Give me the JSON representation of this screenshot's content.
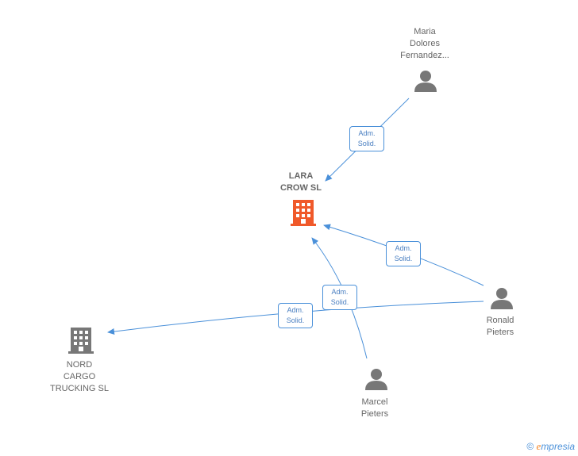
{
  "nodes": {
    "lara_crow": {
      "label_line1": "LARA",
      "label_line2": "CROW SL",
      "color": "#f0592a"
    },
    "maria": {
      "label_line1": "Maria",
      "label_line2": "Dolores",
      "label_line3": "Fernandez..."
    },
    "ronald": {
      "label_line1": "Ronald",
      "label_line2": "Pieters"
    },
    "marcel": {
      "label_line1": "Marcel",
      "label_line2": "Pieters"
    },
    "nord_cargo": {
      "label_line1": "NORD",
      "label_line2": "CARGO",
      "label_line3": "TRUCKING SL",
      "color": "#777777"
    }
  },
  "relations": {
    "maria_lara": {
      "line1": "Adm.",
      "line2": "Solid."
    },
    "ronald_lara": {
      "line1": "Adm.",
      "line2": "Solid."
    },
    "marcel_lara": {
      "line1": "Adm.",
      "line2": "Solid."
    },
    "ronald_nord": {
      "line1": "Adm.",
      "line2": "Solid."
    }
  },
  "footer": {
    "copyright": "©",
    "brand_e": "e",
    "brand_rest": "mpresia"
  },
  "colors": {
    "edge": "#4a90d9",
    "person": "#777777"
  }
}
